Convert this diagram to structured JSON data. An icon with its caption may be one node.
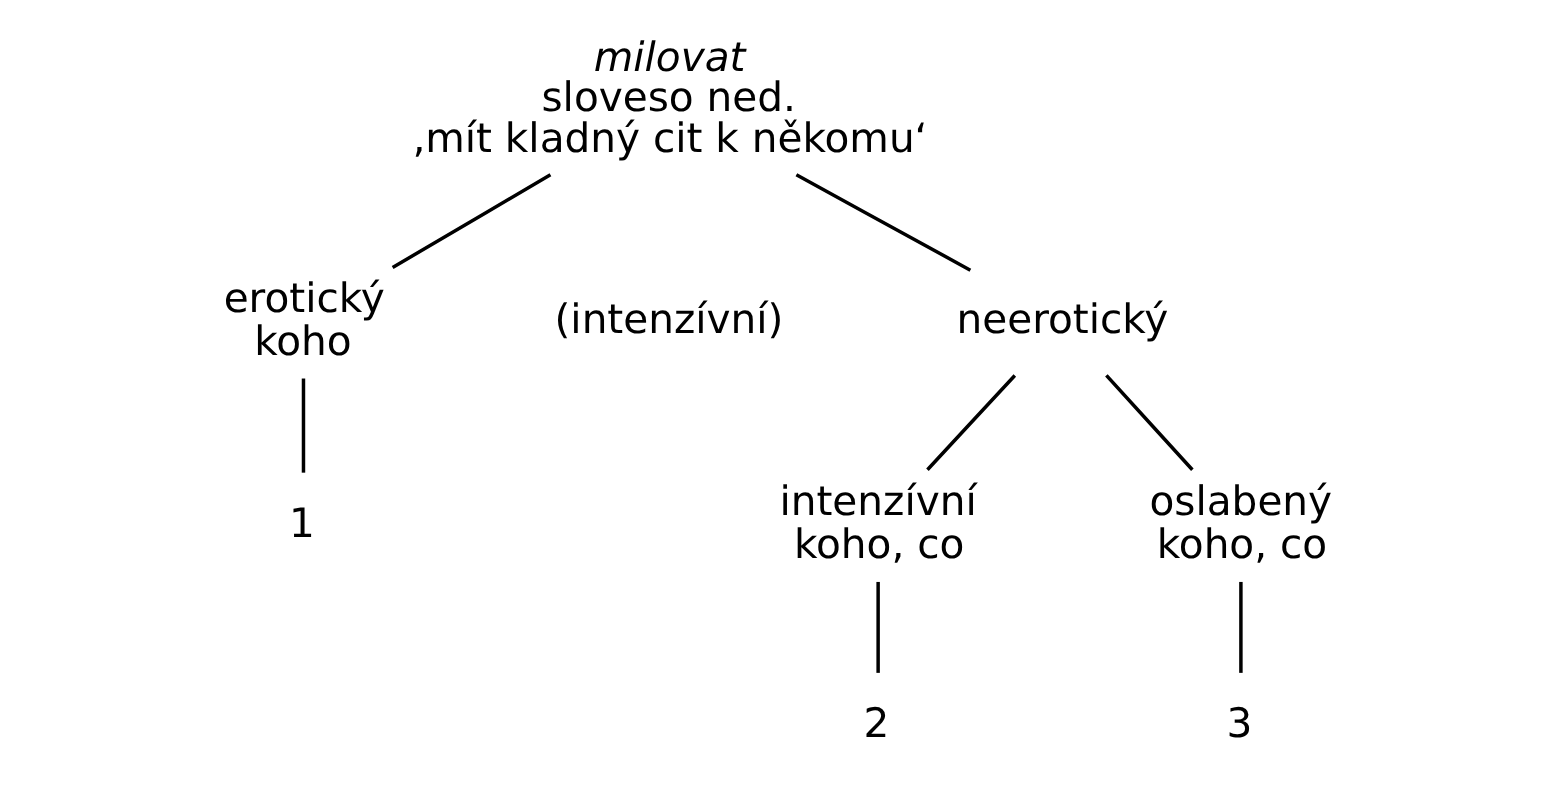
{
  "diagram": {
    "nodes": [
      {
        "text": [
          "milovat",
          "sloveso ned.",
          "‚mít kladný cit k někomu‘"
        ]
      },
      {
        "text": [
          "erotický",
          "koho"
        ]
      },
      {
        "text": [
          "neerotický"
        ]
      },
      {
        "text": [
          "intenzívní",
          "koho, co"
        ]
      },
      {
        "text": [
          "oslabený",
          "koho, co"
        ]
      },
      {
        "text": [
          "1"
        ]
      },
      {
        "text": [
          "2"
        ]
      },
      {
        "text": [
          "3"
        ]
      }
    ],
    "edges": [
      {
        "from": 0,
        "to": 1,
        "arrow": "none"
      },
      {
        "from": 0,
        "to": 2,
        "arrow": "none"
      },
      {
        "from": 2,
        "to": 3,
        "arrow": "none"
      },
      {
        "from": 2,
        "to": 4,
        "arrow": "none"
      },
      {
        "from": 1,
        "to": 5,
        "arrow": "none"
      },
      {
        "from": 3,
        "to": 6,
        "arrow": "none"
      },
      {
        "from": 4,
        "to": 7,
        "arrow": "none"
      }
    ],
    "labels": [
      "(intenzívní)"
    ]
  }
}
